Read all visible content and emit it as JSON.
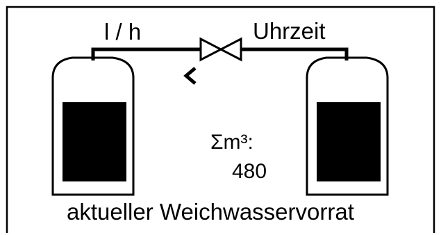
{
  "display": {
    "flow_unit_label": "l / h",
    "time_label": "Uhrzeit",
    "volume_symbol": "Σm³:",
    "volume_value": "480",
    "reserve_caption": "aktueller Weichwasservorrat"
  },
  "colors": {
    "foreground": "#000000",
    "background": "#ffffff"
  },
  "icons": {
    "valve": "valve-icon",
    "flow_direction": "chevron-left-icon",
    "left_tank": "tank-icon",
    "right_tank": "tank-icon"
  }
}
